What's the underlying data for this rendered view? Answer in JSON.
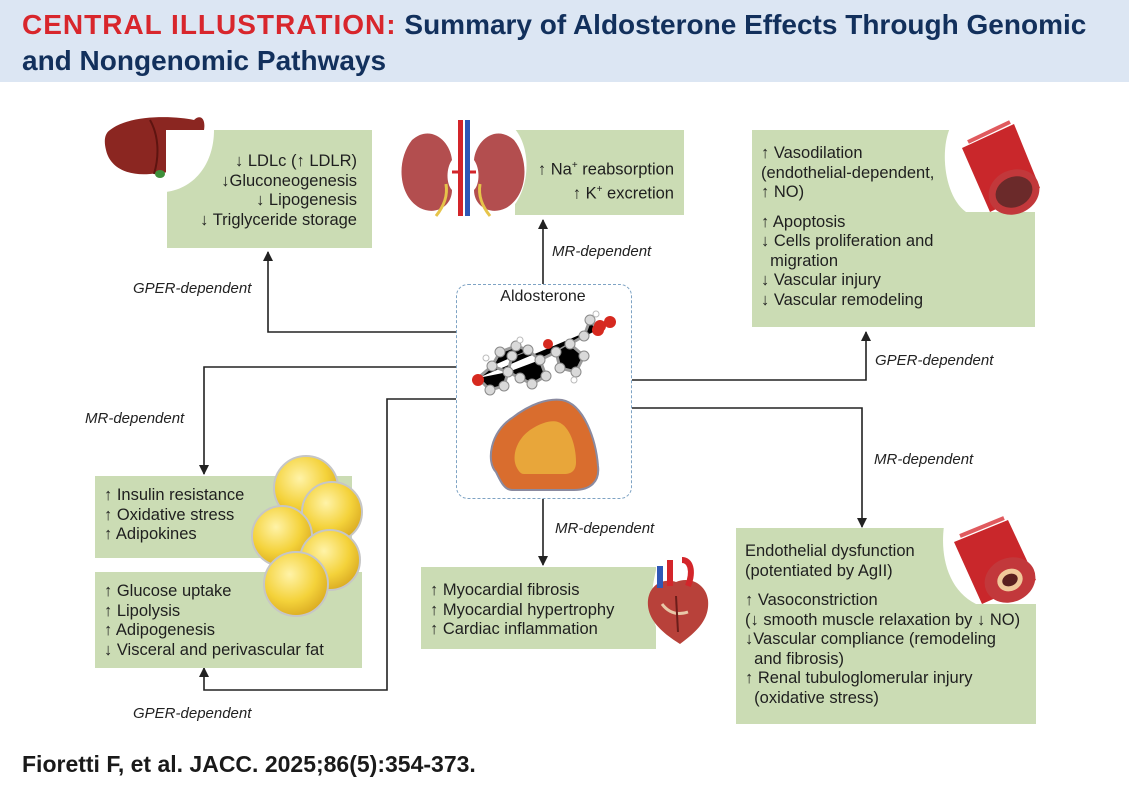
{
  "header": {
    "title_lead": "CENTRAL ILLUSTRATION:",
    "title_rest": "Summary of Aldosterone Effects Through Genomic and Nongenomic Pathways"
  },
  "center": {
    "label": "Aldosterone"
  },
  "liver_box": {
    "lines": [
      "↓ LDLc (↑ LDLR)",
      "↓Gluconeogenesis",
      "↓ Lipogenesis",
      "↓ Triglyceride storage"
    ]
  },
  "kidney_box": {
    "line1_pre": "↑ Na",
    "line1_sup": "+",
    "line1_post": " reabsorption",
    "line2_pre": "↑ K",
    "line2_sup": "+",
    "line2_post": " excretion"
  },
  "vessel_top_box": {
    "lines": [
      "↑ Vasodilation",
      "(endothelial-dependent,",
      "↑ NO)"
    ],
    "lines2": [
      "↑ Apoptosis",
      "↓ Cells proliferation and",
      "  migration",
      "↓ Vascular injury",
      "↓ Vascular remodeling"
    ]
  },
  "adipose_box_top": {
    "lines": [
      "↑ Insulin resistance",
      "↑ Oxidative stress",
      "↑ Adipokines"
    ]
  },
  "adipose_box_bottom": {
    "lines": [
      "↑ Glucose uptake",
      "↑ Lipolysis",
      "↑ Adipogenesis",
      "↓ Visceral and perivascular fat"
    ]
  },
  "heart_box": {
    "lines": [
      "↑ Myocardial fibrosis",
      "↑ Myocardial hypertrophy",
      "↑ Cardiac inflammation"
    ]
  },
  "vessel_bottom_box": {
    "lines": [
      "Endothelial dysfunction",
      "(potentiated by AgII)"
    ],
    "lines2": [
      "↑ Vasoconstriction",
      "(↓ smooth muscle relaxation by ↓ NO)",
      "↓Vascular compliance (remodeling",
      "  and fibrosis)",
      "↑ Renal tubuloglomerular injury",
      "  (oxidative stress)"
    ]
  },
  "pathway_labels": {
    "gper_liver": "GPER-dependent",
    "mr_kidney": "MR-dependent",
    "gper_vessel": "GPER-dependent",
    "mr_adipose": "MR-dependent",
    "mr_vessel": "MR-dependent",
    "mr_heart": "MR-dependent",
    "gper_adipose": "GPER-dependent"
  },
  "citation": "Fioretti F, et al. JACC. 2025;86(5):354-373.",
  "colors": {
    "box_fill": "#cbdcb4",
    "header_bg": "#dce6f3",
    "title_lead": "#d8262c",
    "title_rest": "#12305c"
  }
}
